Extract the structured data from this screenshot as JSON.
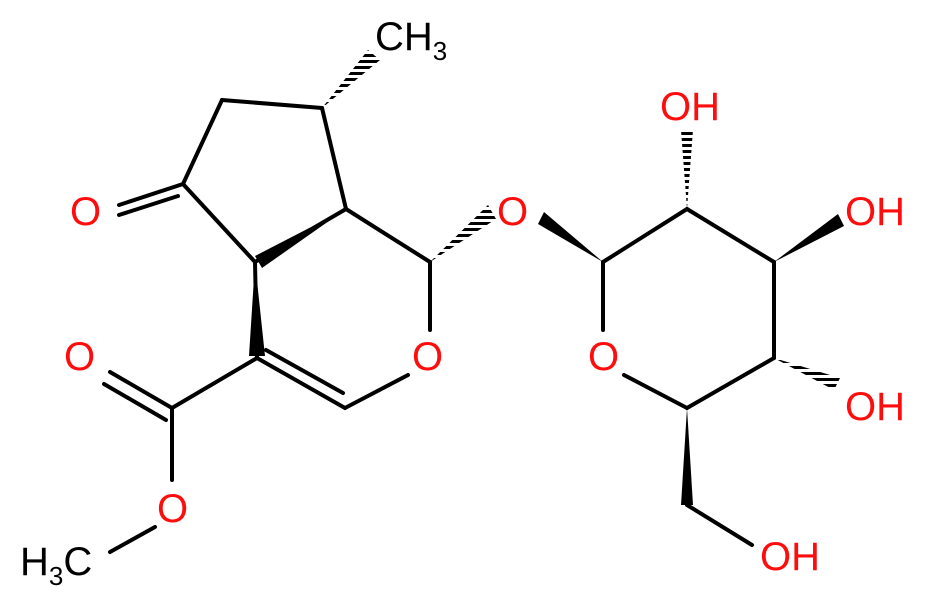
{
  "colors": {
    "bond": "#000000",
    "oxygen": "#ff0d0d",
    "background": "#ffffff"
  },
  "labels": {
    "ch3_top": "CH",
    "ch3_top_sub": "3",
    "ketone_o": "O",
    "glycosidic_o": "O",
    "ring_o_left": "O",
    "ring_o_right": "O",
    "ester_carbonyl_o": "O",
    "ester_o": "O",
    "ch3_bottom": "H",
    "ch3_bottom_sub": "3",
    "ch3_bottom_c": "C",
    "oh_top": "OH",
    "oh_right_upper": "OH",
    "oh_right_lower": "OH",
    "oh_bottom": "OH"
  }
}
